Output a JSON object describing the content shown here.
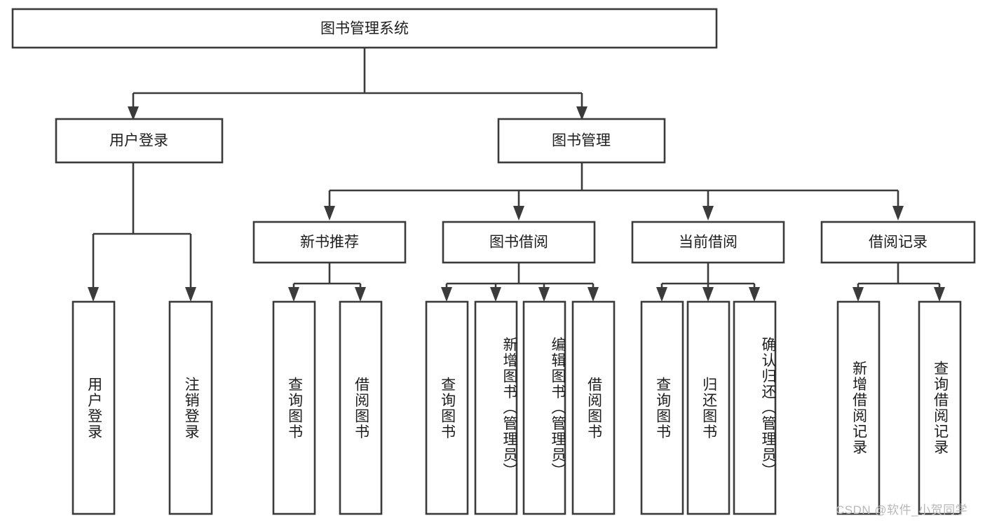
{
  "diagram": {
    "title": "图书管理系统",
    "type": "tree",
    "watermark": "CSDN @软件_小贺同学",
    "colors": {
      "stroke": "#3b3b3b",
      "fill": "#ffffff",
      "text": "#1d1d1d",
      "watermark": "#b8b8b8"
    },
    "nodes": {
      "root": {
        "label": "图书管理系统"
      },
      "level1": [
        {
          "id": "user-login",
          "label": "用户登录"
        },
        {
          "id": "book-manage",
          "label": "图书管理"
        }
      ],
      "level2": [
        {
          "id": "new-book-rec",
          "label": "新书推荐"
        },
        {
          "id": "book-borrow",
          "label": "图书借阅"
        },
        {
          "id": "current-borrow",
          "label": "当前借阅"
        },
        {
          "id": "borrow-record",
          "label": "借阅记录"
        }
      ],
      "leaves": {
        "user-login": [
          {
            "id": "leaf-user-login",
            "label": "用户登录"
          },
          {
            "id": "leaf-logout",
            "label": "注销登录"
          }
        ],
        "new-book-rec": [
          {
            "id": "leaf-query-book-1",
            "label": "查询图书"
          },
          {
            "id": "leaf-borrow-book-1",
            "label": "借阅图书"
          }
        ],
        "book-borrow": [
          {
            "id": "leaf-query-book-2",
            "label": "查询图书"
          },
          {
            "id": "leaf-add-book",
            "label": "新增图书（管理员）"
          },
          {
            "id": "leaf-edit-book",
            "label": "编辑图书（管理员）"
          },
          {
            "id": "leaf-borrow-book-2",
            "label": "借阅图书"
          }
        ],
        "current-borrow": [
          {
            "id": "leaf-query-book-3",
            "label": "查询图书"
          },
          {
            "id": "leaf-return-book",
            "label": "归还图书"
          },
          {
            "id": "leaf-confirm-return",
            "label": "确认归还（管理员）"
          }
        ],
        "borrow-record": [
          {
            "id": "leaf-add-record",
            "label": "新增借阅记录"
          },
          {
            "id": "leaf-query-record",
            "label": "查询借阅记录"
          }
        ]
      }
    }
  }
}
